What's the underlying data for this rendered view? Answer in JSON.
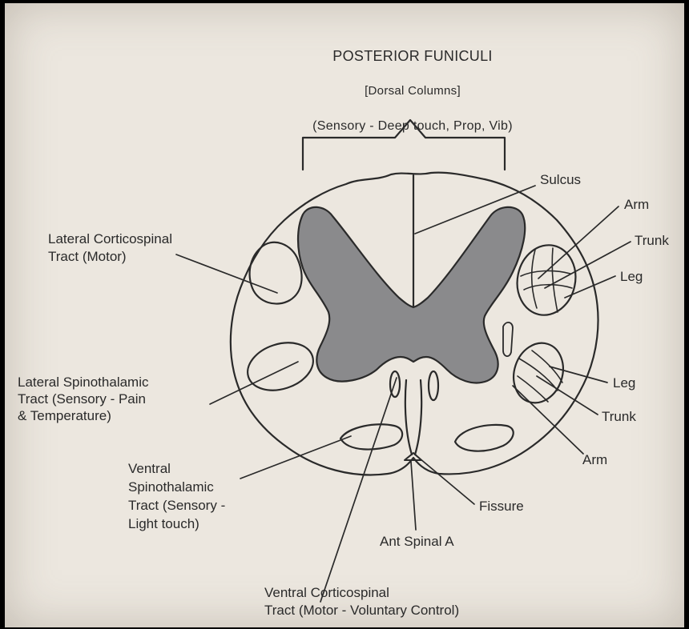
{
  "title": {
    "line1": "POSTERIOR FUNICULI",
    "line2": "[Dorsal Columns]",
    "line3": "(Sensory - Deep touch, Prop, Vib)"
  },
  "labels": {
    "sulcus": "Sulcus",
    "lateral_corticospinal": "Lateral Corticospinal\nTract (Motor)",
    "lateral_spinothalamic": "Lateral Spinothalamic\nTract (Sensory - Pain\n& Temperature)",
    "ventral_spinothalamic": "Ventral\nSpinothalamic\nTract (Sensory -\nLight touch)",
    "ventral_corticospinal": "Ventral Corticospinal\nTract (Motor - Voluntary Control)",
    "ant_spinal_a": "Ant Spinal A",
    "fissure": "Fissure",
    "upper_right": {
      "arm": "Arm",
      "trunk": "Trunk",
      "leg": "Leg"
    },
    "lower_right": {
      "leg": "Leg",
      "trunk": "Trunk",
      "arm": "Arm"
    }
  },
  "colors": {
    "paper": "#ece7df",
    "ink": "#2a2a2a",
    "gray_matter": "#8a8a8c"
  }
}
